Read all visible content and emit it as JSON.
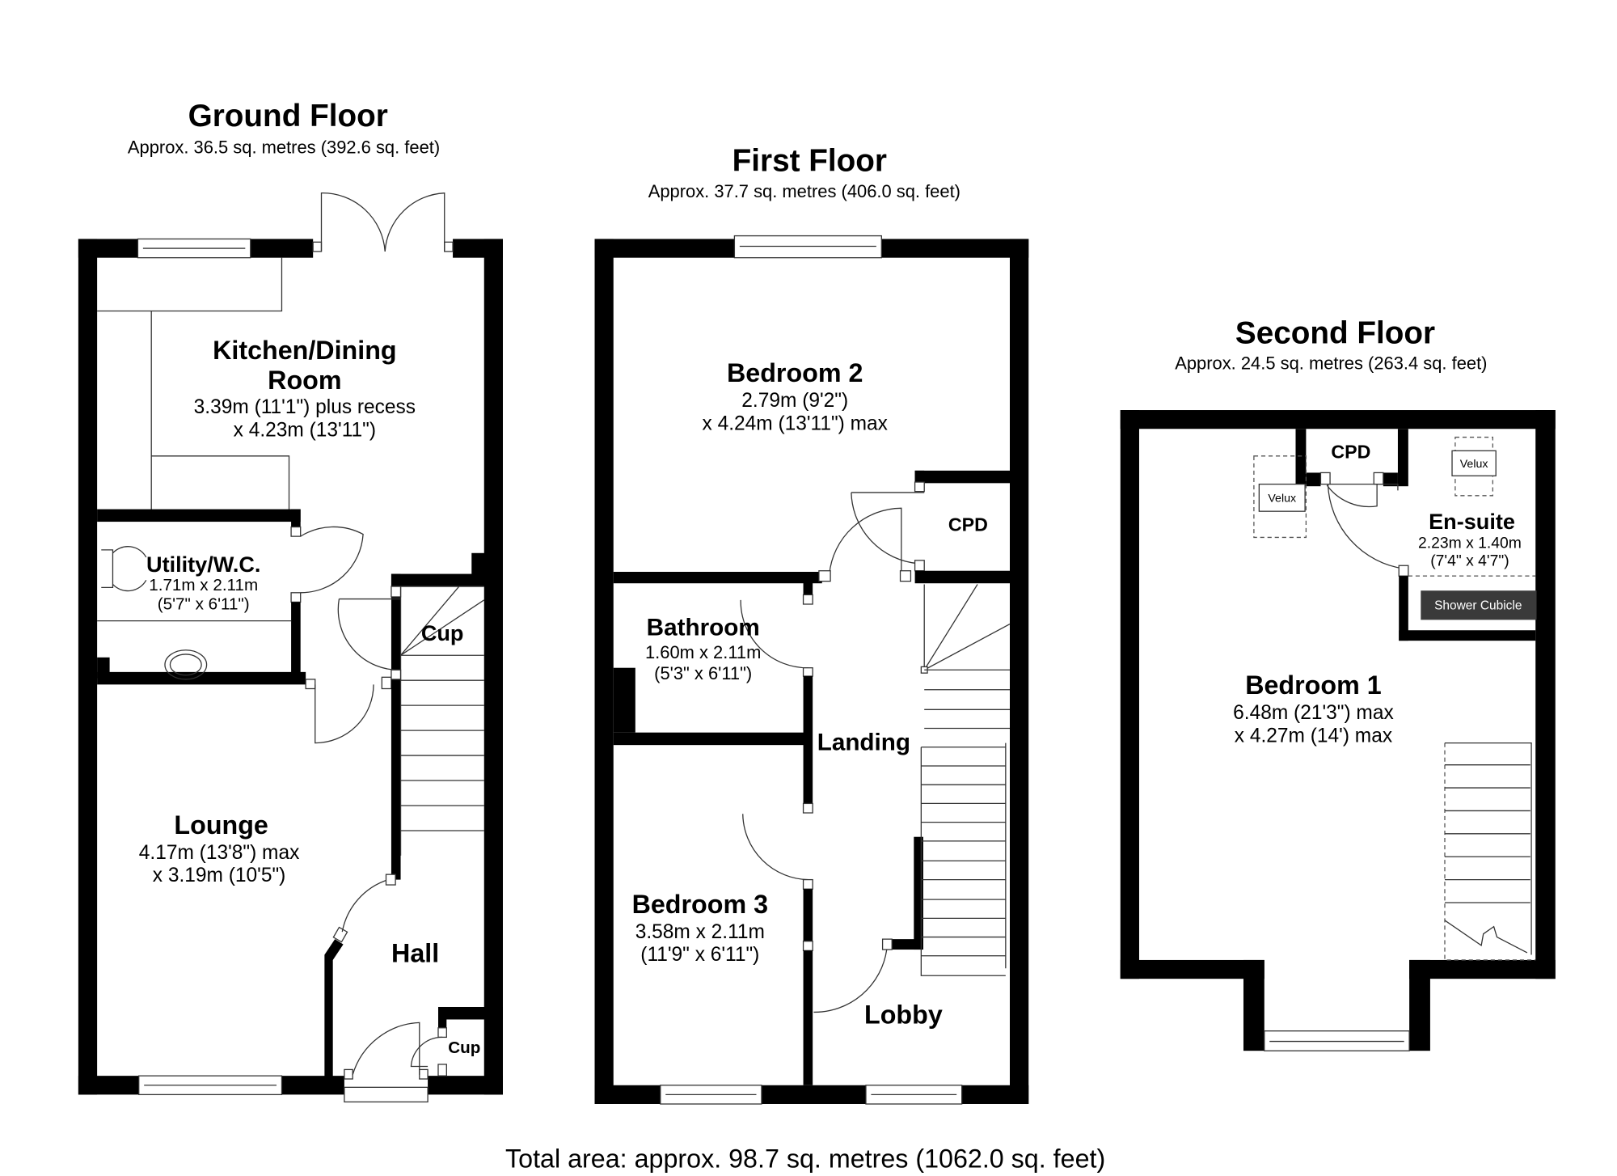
{
  "floors": {
    "ground": {
      "title": "Ground Floor",
      "area": "Approx. 36.5 sq. metres (392.6 sq. feet)",
      "rooms": {
        "kitchen": {
          "name1": "Kitchen/Dining",
          "name2": "Room",
          "dim1": "3.39m (11'1\") plus recess",
          "dim2": "x 4.23m (13'11\")"
        },
        "utility": {
          "name": "Utility/W.C.",
          "dim1": "1.71m x 2.11m",
          "dim2": "(5'7\" x 6'11\")"
        },
        "cup1": {
          "name": "Cup"
        },
        "lounge": {
          "name": "Lounge",
          "dim1": "4.17m (13'8\") max",
          "dim2": "x 3.19m (10'5\")"
        },
        "hall": {
          "name": "Hall"
        },
        "cup2": {
          "name": "Cup"
        }
      }
    },
    "first": {
      "title": "First Floor",
      "area": "Approx. 37.7 sq. metres (406.0 sq. feet)",
      "rooms": {
        "bedroom2": {
          "name": "Bedroom 2",
          "dim1": "2.79m (9'2\")",
          "dim2": "x 4.24m (13'11\") max"
        },
        "cpd": {
          "name": "CPD"
        },
        "bathroom": {
          "name": "Bathroom",
          "dim1": "1.60m x 2.11m",
          "dim2": "(5'3\" x 6'11\")"
        },
        "landing": {
          "name": "Landing"
        },
        "bedroom3": {
          "name": "Bedroom 3",
          "dim1": "3.58m x 2.11m",
          "dim2": "(11'9\" x 6'11\")"
        },
        "lobby": {
          "name": "Lobby"
        }
      }
    },
    "second": {
      "title": "Second Floor",
      "area": "Approx. 24.5 sq. metres (263.4 sq. feet)",
      "rooms": {
        "cpd": {
          "name": "CPD"
        },
        "velux1": {
          "name": "Velux"
        },
        "velux2": {
          "name": "Velux"
        },
        "ensuite": {
          "name": "En-suite",
          "dim1": "2.23m x 1.40m",
          "dim2": "(7'4\" x 4'7\")"
        },
        "shower": {
          "name": "Shower Cubicle"
        },
        "bedroom1": {
          "name": "Bedroom 1",
          "dim1": "6.48m (21'3\") max",
          "dim2": "x 4.27m (14') max"
        }
      }
    }
  },
  "total_area": "Total area: approx. 98.7 sq. metres (1062.0 sq. feet)",
  "colors": {
    "wall": "#000000",
    "shower": "#3a3a3a",
    "background": "#ffffff"
  }
}
